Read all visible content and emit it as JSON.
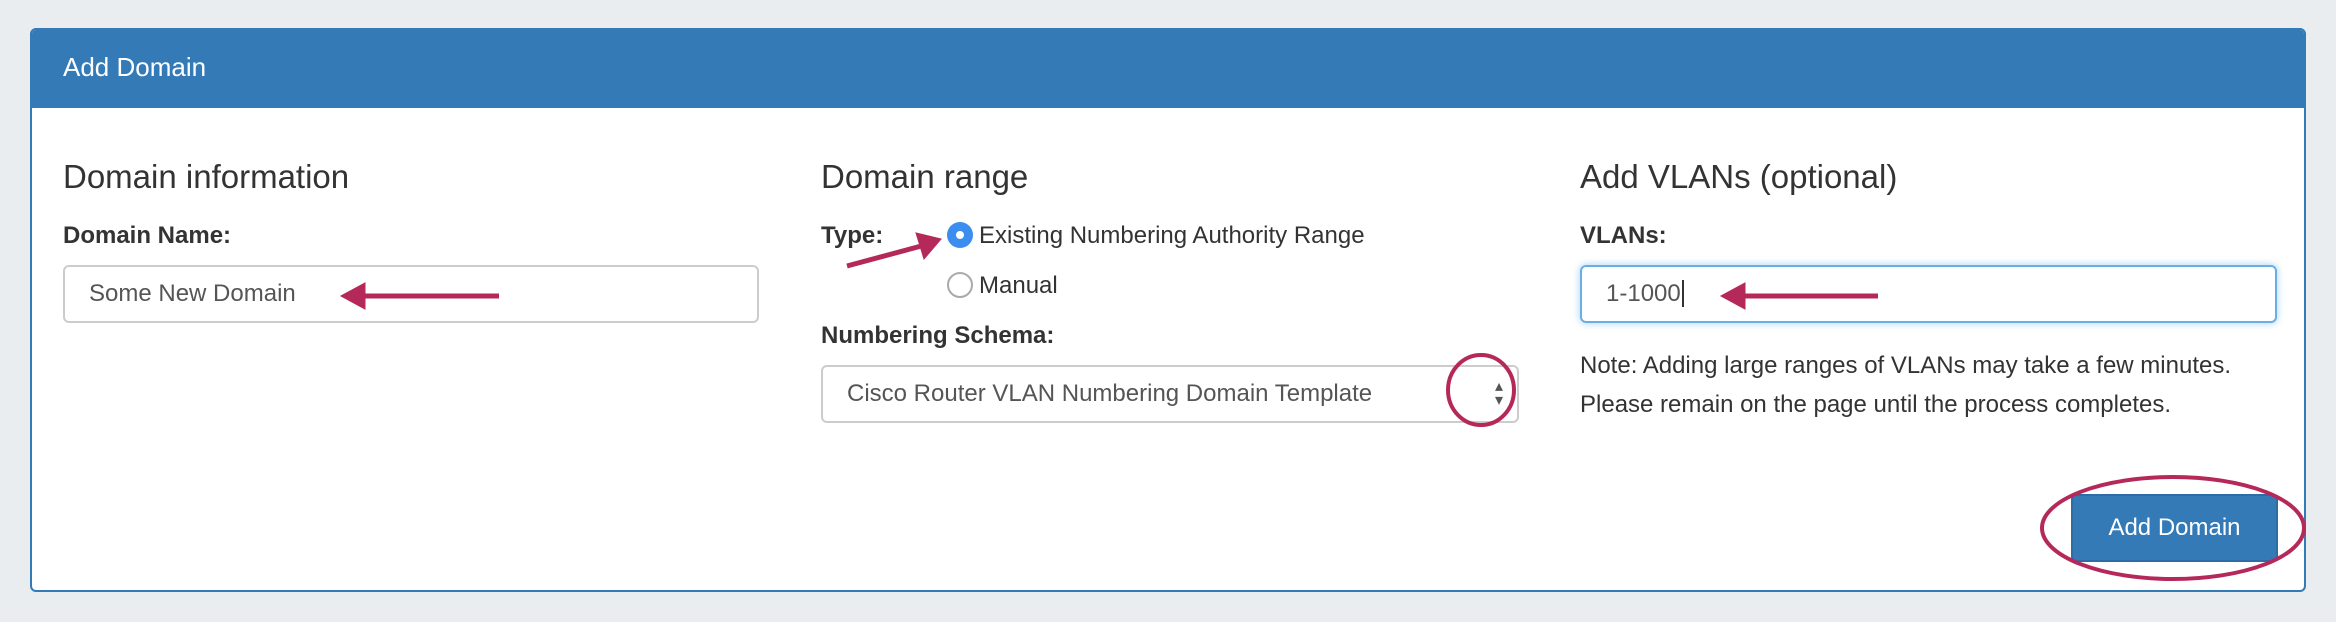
{
  "panel": {
    "title": "Add Domain"
  },
  "domain_info": {
    "heading": "Domain information",
    "name_label": "Domain Name:",
    "name_value": "Some New Domain"
  },
  "domain_range": {
    "heading": "Domain range",
    "type_label": "Type:",
    "type_options": [
      {
        "label": "Existing Numbering Authority Range",
        "selected": true
      },
      {
        "label": "Manual",
        "selected": false
      }
    ],
    "schema_label": "Numbering Schema:",
    "schema_value": "Cisco Router VLAN Numbering Domain Template"
  },
  "vlans": {
    "heading": "Add VLANs (optional)",
    "label": "VLANs:",
    "value": "1-1000",
    "note": "Note: Adding large ranges of VLANs may take a few minutes. Please remain on the page until the process completes."
  },
  "actions": {
    "submit_label": "Add Domain"
  },
  "colors": {
    "primary": "#337ab7",
    "annotation": "#b5285a",
    "radio_selected": "#3b8df0"
  }
}
